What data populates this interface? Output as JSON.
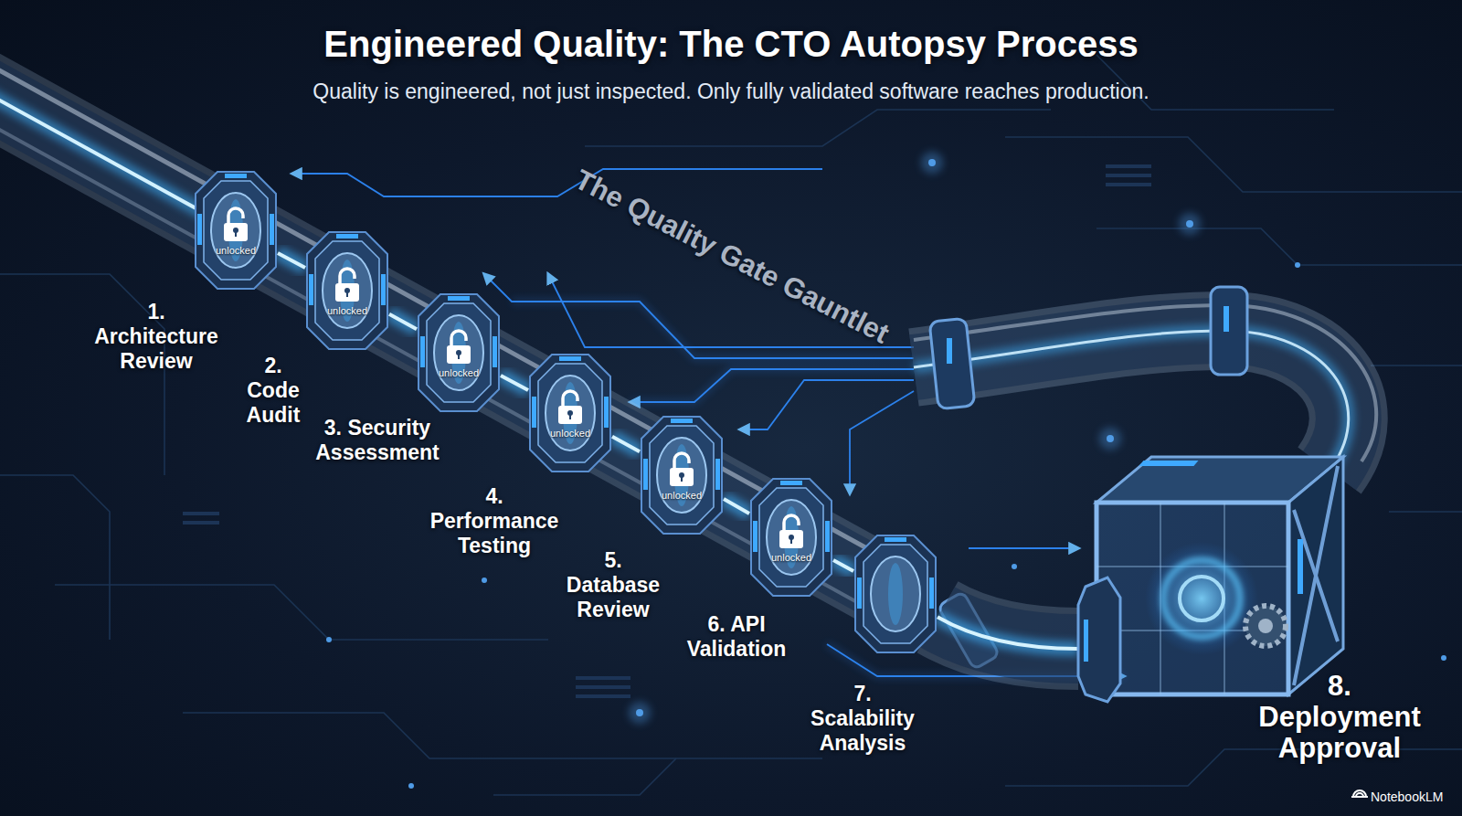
{
  "diagram": {
    "title": "Engineered Quality: The CTO Autopsy Process",
    "caption": "Quality is engineered, not just inspected. Only fully validated software reaches production.",
    "nodes": [
      {
        "text": [
          "unlocked",
          "1. Architecture Review"
        ]
      },
      {
        "text": [
          "unlocked",
          "2. Code Audit"
        ]
      },
      {
        "text": [
          "unlocked",
          "3. Security Assessment"
        ]
      },
      {
        "text": [
          "unlocked",
          "4. Performance Testing"
        ]
      },
      {
        "text": [
          "unlocked",
          "5. Database Review"
        ]
      },
      {
        "text": [
          "unlocked",
          "6. API Validation"
        ]
      },
      {
        "text": [
          "7. Scalability Analysis"
        ]
      },
      {
        "text": [
          "8. Deployment Approval"
        ]
      }
    ],
    "edges": [
      {
        "from": 0,
        "to": 1,
        "arrow": "none"
      },
      {
        "from": 1,
        "to": 2,
        "arrow": "none"
      },
      {
        "from": 2,
        "to": 3,
        "arrow": "none"
      },
      {
        "from": 3,
        "to": 4,
        "arrow": "none"
      },
      {
        "from": 4,
        "to": 5,
        "arrow": "none"
      },
      {
        "from": 5,
        "to": 6,
        "arrow": "none"
      },
      {
        "from": 6,
        "to": 7,
        "arrow": "none"
      }
    ],
    "labels": [
      "The Quality Gate Gauntlet",
      "NotebookLM"
    ]
  }
}
